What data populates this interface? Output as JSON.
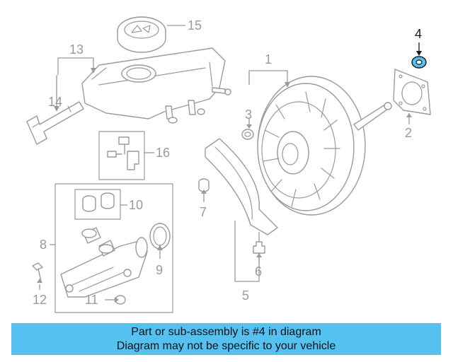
{
  "callouts": {
    "c1": "1",
    "c2": "2",
    "c3": "3",
    "c4": "4",
    "c5": "5",
    "c6": "6",
    "c7": "7",
    "c8": "8",
    "c9": "9",
    "c10": "10",
    "c11": "11",
    "c12": "12",
    "c13": "13",
    "c14": "14",
    "c15": "15",
    "c16": "16"
  },
  "highlighted_part": "4",
  "colors": {
    "banner": "#55c1f1",
    "highlight_fill": "#55c1f1",
    "line": "#9a9a9a"
  },
  "banner": {
    "line1": "Part or sub-assembly is #4 in diagram",
    "line2": "Diagram may not be specific to your vehicle"
  }
}
